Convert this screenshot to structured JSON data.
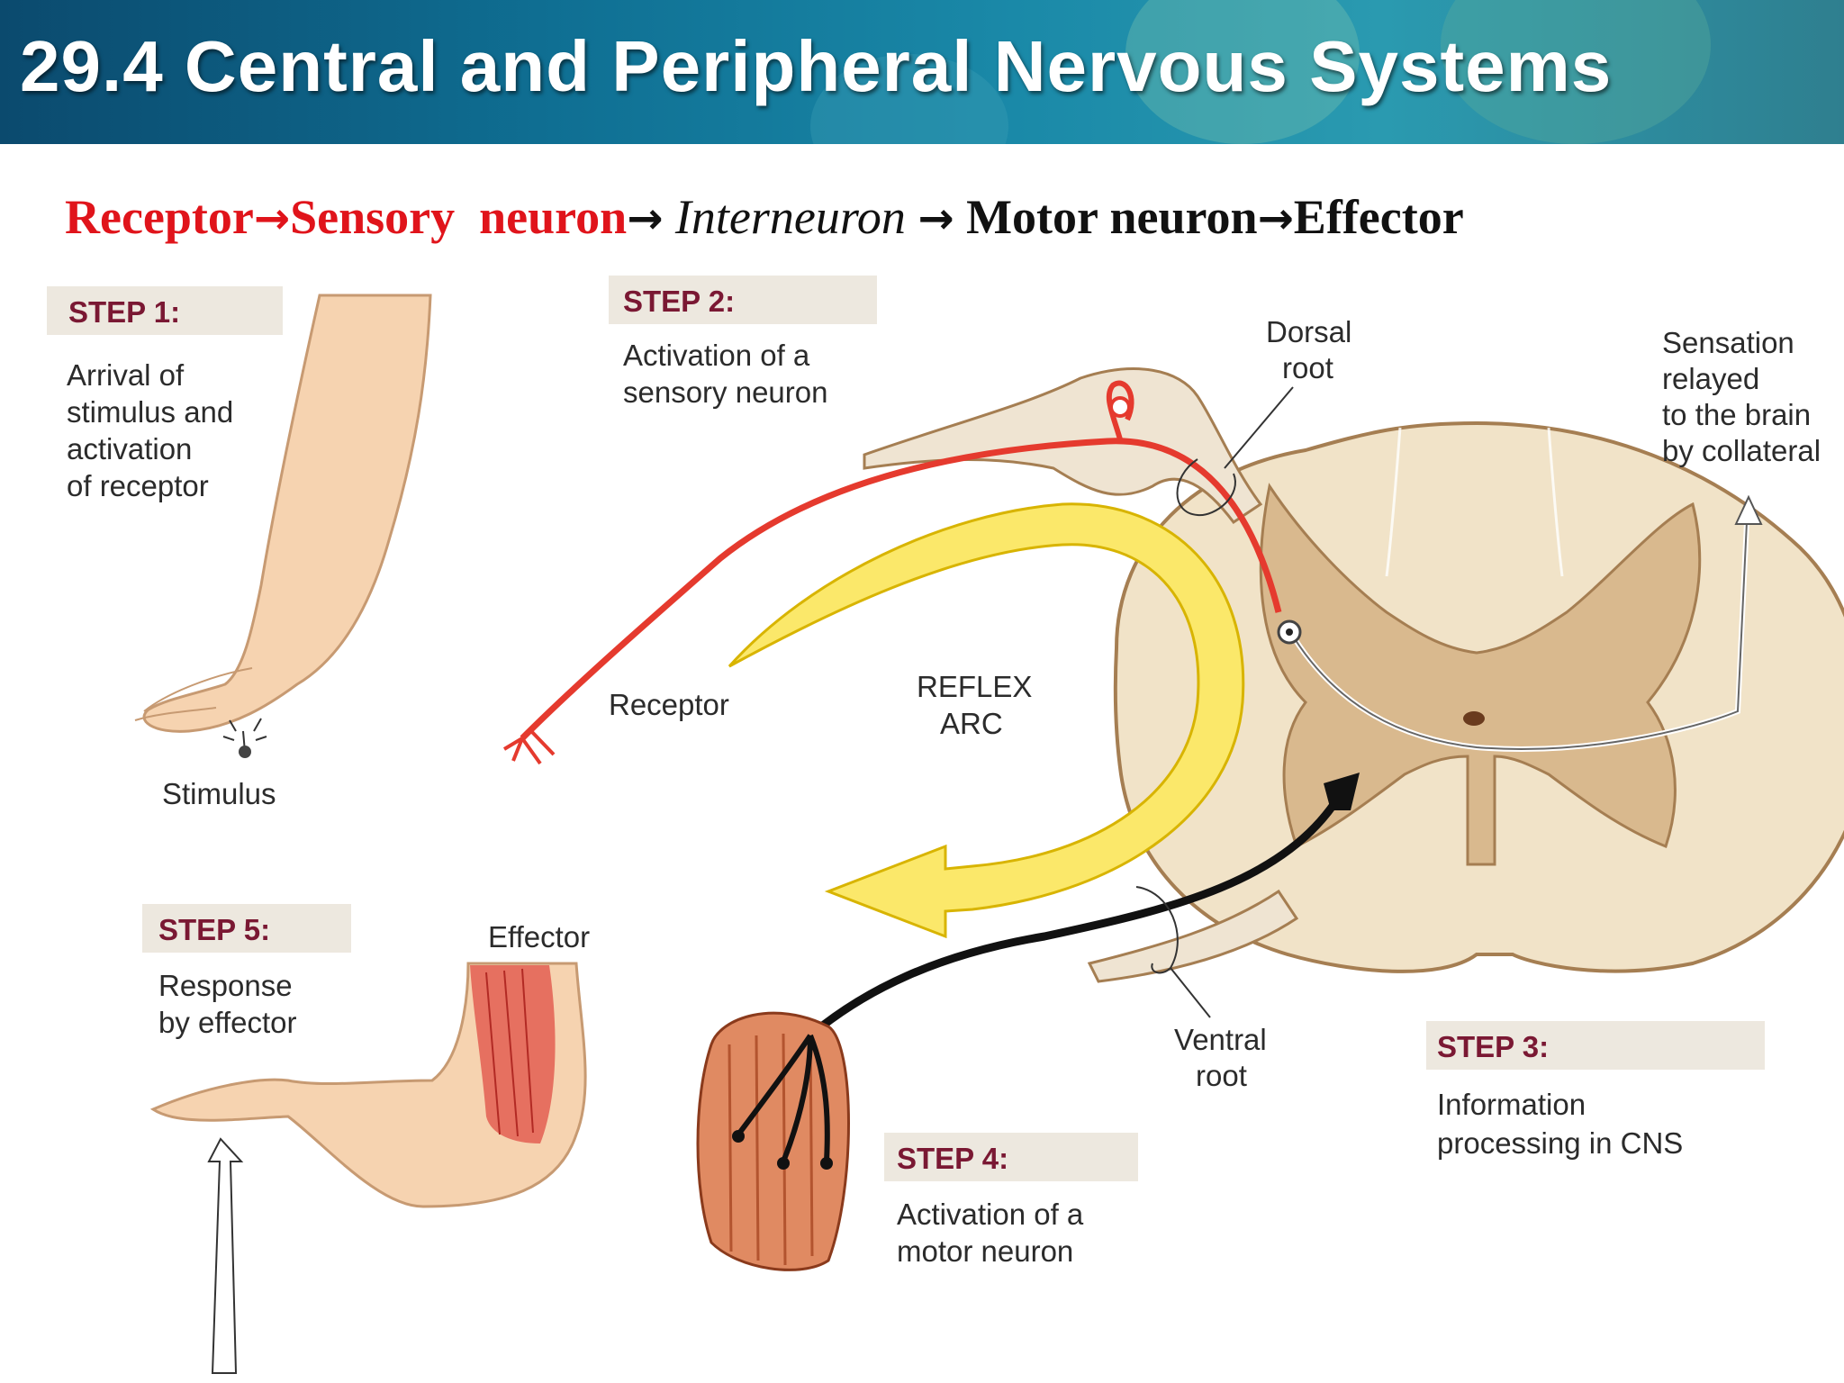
{
  "title": "29.4 Central and Peripheral Nervous Systems",
  "flow": {
    "receptor": "Receptor",
    "sensory": "Sensory  neuron",
    "interneuron": "Interneuron",
    "motor": "Motor neuron",
    "effector": "Effector",
    "arrow": "→"
  },
  "colors": {
    "flow_red": "#e0141b",
    "step_label": "#7a1833",
    "step_box": "#ede8df"
  },
  "steps": [
    {
      "label": "STEP 1:",
      "lines": [
        "Arrival of",
        "stimulus and",
        "activation",
        "of receptor"
      ]
    },
    {
      "label": "STEP 2:",
      "lines": [
        "Activation of a",
        "sensory neuron"
      ]
    },
    {
      "label": "STEP 3:",
      "lines": [
        "Information",
        "processing in CNS"
      ]
    },
    {
      "label": "STEP 4:",
      "lines": [
        "Activation of a",
        "motor neuron"
      ]
    },
    {
      "label": "STEP 5:",
      "lines": [
        "Response",
        "by effector"
      ]
    }
  ],
  "labels": {
    "stimulus": "Stimulus",
    "receptor": "Receptor",
    "reflex_arc": [
      "REFLEX",
      "ARC"
    ],
    "dorsal_root": [
      "Dorsal",
      "root"
    ],
    "sensation": [
      "Sensation",
      "relayed",
      "to the brain",
      "by collateral"
    ],
    "ventral_root": [
      "Ventral",
      "root"
    ],
    "effector": "Effector"
  }
}
